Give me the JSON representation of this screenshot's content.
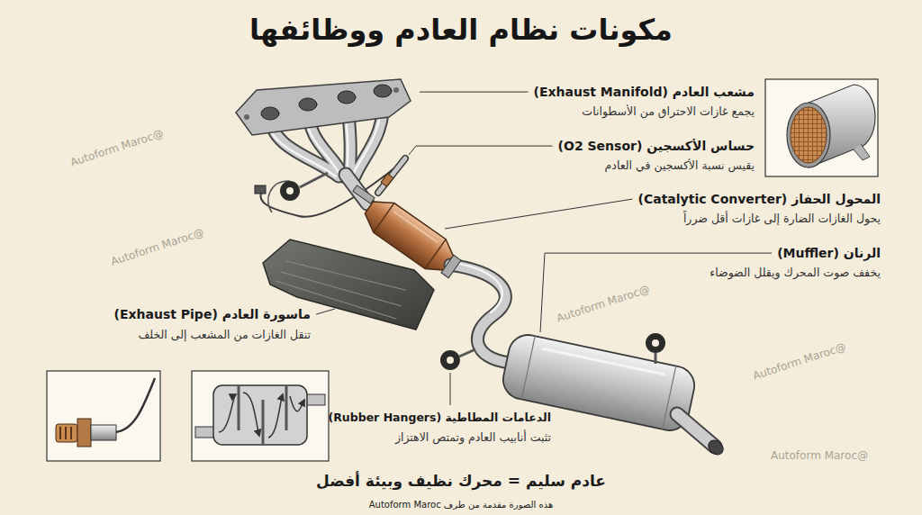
{
  "diagram": {
    "title": "مكونات نظام العادم ووظائفها",
    "caption": "عادم سليم = محرك نظيف وبيئة أفضل",
    "labels": [
      "مشعب العادم (Exhaust Manifold)",
      "يجمع غازات الاحتراق من الأسطوانات",
      "حساس الأكسجين (O2 Sensor)",
      "يقيس نسبة الأكسجين في العادم",
      "المحول الحفاز (Catalytic Converter)",
      "يحول الغازات الضارة إلى غازات أقل ضرراً",
      "الرنان (Muffler)",
      "يخفف صوت المحرك ويقلل الضوضاء",
      "ماسورة العادم (Exhaust Pipe)",
      "تنقل الغازات من المشعب إلى الخلف",
      "الدعامات المطاطية (Rubber Hangers)",
      "تثبت أنابيب العادم وتمتص الاهتزاز",
      "@Autoform Maroc",
      "@Autoform Maroc",
      "@Autoform Maroc",
      "@Autoform Maroc",
      "@Autoform Maroc",
      "هذه الصورة مقدمة من طرف Autoform Maroc"
    ]
  }
}
